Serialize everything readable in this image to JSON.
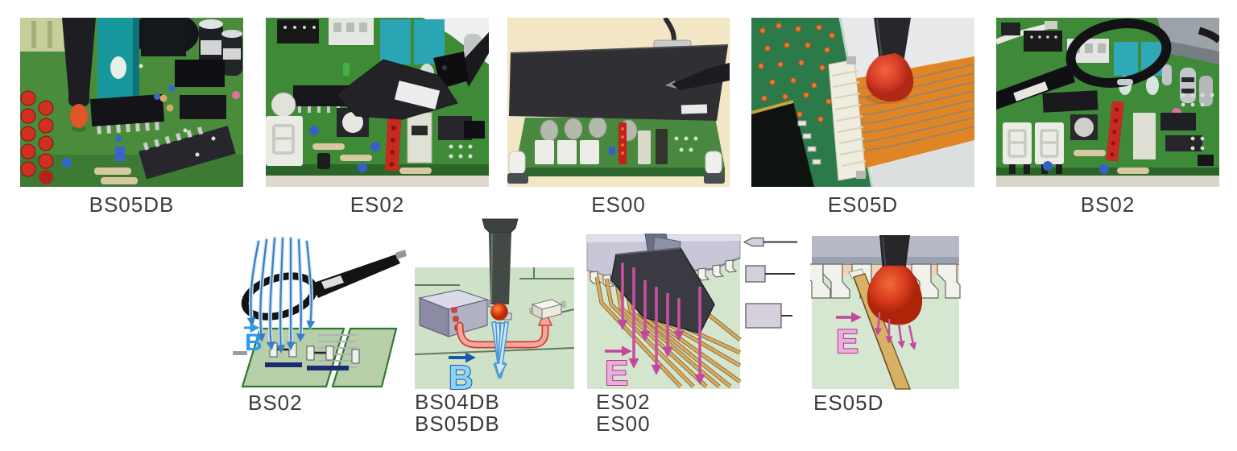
{
  "figure": {
    "photos": [
      {
        "label": "BS05DB"
      },
      {
        "label": "ES02"
      },
      {
        "label": "ES00"
      },
      {
        "label": "ES05D"
      },
      {
        "label": "BS02"
      }
    ],
    "diagrams": [
      {
        "labels": [
          "BS02"
        ],
        "field_symbol": "B"
      },
      {
        "labels": [
          "BS04DB",
          "BS05DB"
        ],
        "field_symbol": "B"
      },
      {
        "labels": [
          "ES02",
          "ES00"
        ],
        "field_symbol": "E"
      },
      {
        "labels": [
          "ES05D"
        ],
        "field_symbol": "E"
      }
    ],
    "size_symbols": [
      "probe-tip-small",
      "probe-head-medium",
      "probe-head-large"
    ],
    "colors": {
      "caption_text": "#3c3c3c",
      "b_field_blue": "#2d9ce8",
      "b_field_dark_blue": "#1658aa",
      "e_field_magenta": "#c2479f",
      "probe_tip_orange": "#e0552a",
      "diagram_board_green": "#cfe2c8",
      "photo_pcb_green": "#3f8c38",
      "es00_background_cream": "#f3e6c5",
      "flex_cable_orange": "#e08524"
    }
  }
}
